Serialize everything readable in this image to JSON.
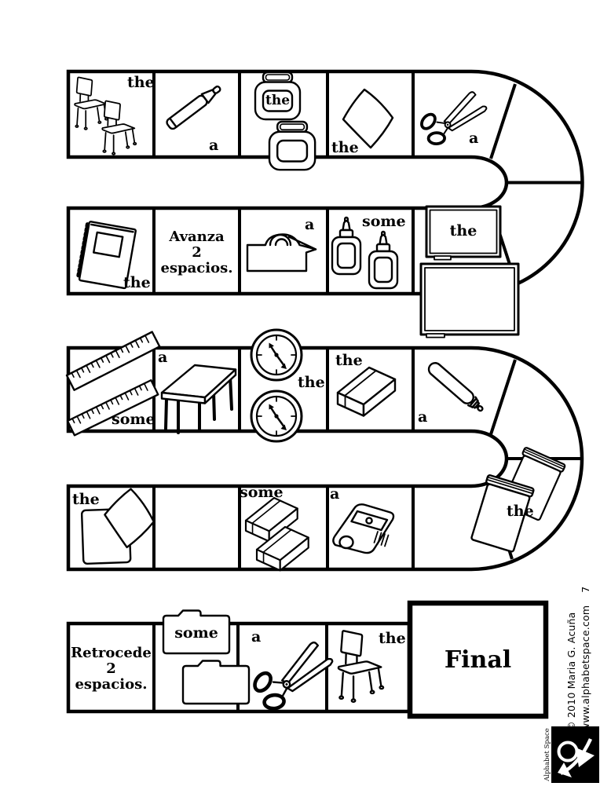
{
  "page": {
    "credit": "© 2010 Maria G. Acuña",
    "website": "www.alphabetspace.com",
    "page_number": "7",
    "logo_text": "Alphabet Space"
  },
  "colors": {
    "ink": "#000000",
    "paper": "#ffffff"
  },
  "board": {
    "type": "snake-path-board-game",
    "labels": {
      "r1c1": "the",
      "r1c2": "a",
      "r1c3": "the",
      "r1c4": "the",
      "r1c5": "a",
      "r2c1": "the",
      "r2c3": "a",
      "r2c4": "some",
      "r2c5": "the",
      "r3c1": "some",
      "r3c2": "a",
      "r3c3": "the",
      "r3c4": "the",
      "r3c5": "a",
      "r4c1": "the",
      "r4c3": "some",
      "r4c4": "a",
      "r4c5": "the",
      "r5c2": "some",
      "r5c3": "a",
      "r5c4": "the"
    },
    "special": {
      "advance": {
        "line1": "Avanza",
        "line2": "2",
        "line3": "espacios."
      },
      "retreat": {
        "line1": "Retrocede",
        "line2": "2",
        "line3": "espacios."
      },
      "final": "Final"
    },
    "items": {
      "r1c1": "two chairs",
      "r1c2": "crayon",
      "r1c3": "two jars",
      "r1c4": "sheet of paper",
      "r1c5": "scissors",
      "r2c1": "spiral notebook",
      "r2c3": "tape dispenser",
      "r2c4": "two glue bottles",
      "r2c5": "two whiteboards",
      "r3c1": "two rulers",
      "r3c2": "table",
      "r3c3": "two clocks",
      "r3c4": "eraser",
      "r3c5": "pencil",
      "r4c1": "two sheets of paper",
      "r4c2": "empty",
      "r4c3": "two erasers",
      "r4c4": "pencil sharpener",
      "r4c5": "two books",
      "r5c2": "two folders",
      "r5c3": "scissors",
      "r5c4": "chair"
    }
  }
}
